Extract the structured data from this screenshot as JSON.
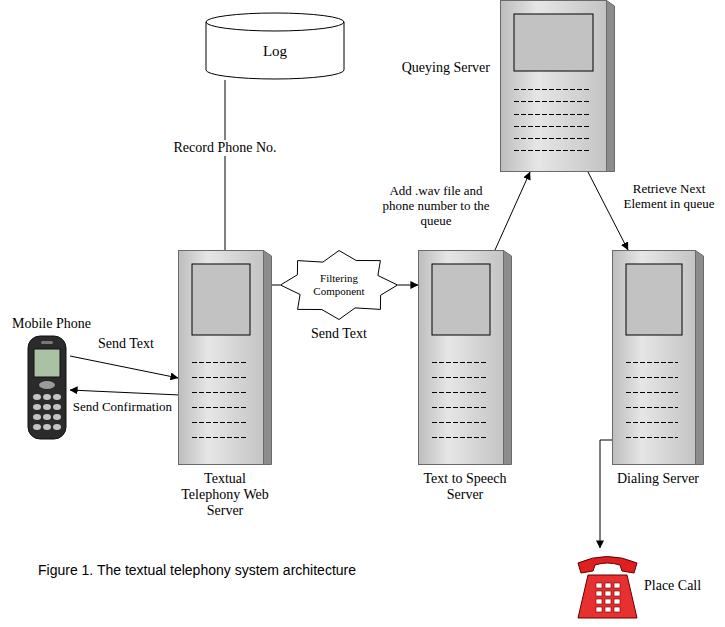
{
  "diagram": {
    "caption": "Figure 1. The textual telephony system architecture",
    "nodes": [
      {
        "text": [
          "Log"
        ]
      },
      {
        "text": [
          "Queying Server"
        ]
      },
      {
        "text": [
          "Mobile Phone"
        ]
      },
      {
        "text": [
          "Textual Telephony Web Server"
        ]
      },
      {
        "text": [
          "Filtering Component"
        ]
      },
      {
        "text": [
          "Text to Speech Server"
        ]
      },
      {
        "text": [
          "Dialing Server"
        ]
      },
      {
        "text": [
          "Place Call"
        ]
      }
    ],
    "edges": [
      {
        "from": 3,
        "to": 0,
        "arrow": "none",
        "label": "Record Phone No."
      },
      {
        "from": 2,
        "to": 3,
        "arrow": "to",
        "label": "Send Text"
      },
      {
        "from": 3,
        "to": 2,
        "arrow": "to",
        "label": "Send Confirmation"
      },
      {
        "from": 3,
        "to": 4,
        "arrow": "none"
      },
      {
        "from": 4,
        "to": 5,
        "arrow": "to",
        "label": "Send Text"
      },
      {
        "from": 5,
        "to": 1,
        "arrow": "to",
        "label": "Add .wav file and phone number to the queue"
      },
      {
        "from": 1,
        "to": 6,
        "arrow": "to",
        "label": "Retrieve Next Element in queue"
      },
      {
        "from": 6,
        "to": 7,
        "arrow": "to"
      }
    ]
  }
}
